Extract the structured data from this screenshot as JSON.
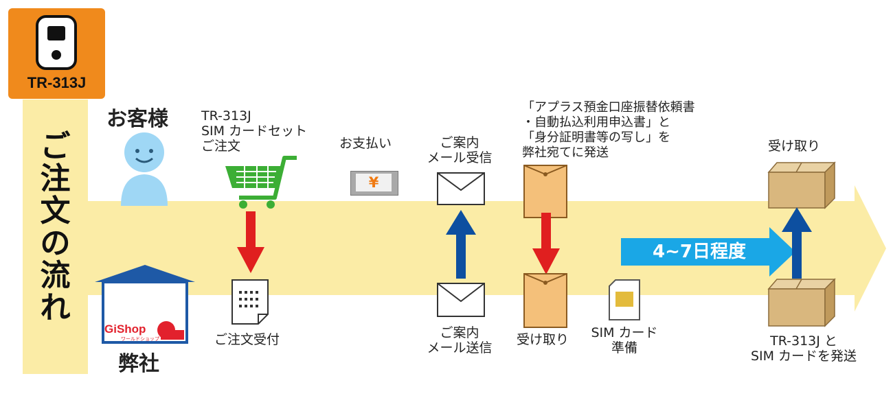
{
  "product": {
    "model": "TR-313J"
  },
  "title": {
    "lines": [
      "ご",
      "注",
      "文",
      "の",
      "流",
      "れ"
    ]
  },
  "actors": {
    "customer": "お客様",
    "company": "弊社"
  },
  "shop": {
    "brand": "GiShop",
    "sub": "ワールドショップ"
  },
  "steps": {
    "order": [
      "TR-313J",
      "SIM カードセット",
      "ご注文"
    ],
    "payment": "お支払い",
    "payment_symbol": "¥",
    "mail_received": [
      "ご案内",
      "メール受信"
    ],
    "send_docs": [
      "「アプラス預金口座振替依頼書",
      "・自動払込利用申込書」と",
      "「身分証明書等の写し」を",
      "弊社宛てに発送"
    ],
    "customer_receive": "受け取り",
    "order_accept": "ご注文受付",
    "mail_send": [
      "ご案内",
      "メール送信"
    ],
    "docs_receive": "受け取り",
    "sim_prepare": [
      "SIM カード",
      "準備"
    ],
    "ship": [
      "TR-313J と",
      "SIM カードを発送"
    ]
  },
  "duration": "4~7日程度",
  "colors": {
    "orange": "#f08a1c",
    "band": "#fbeca6",
    "red_arrow": "#e01f1f",
    "blue_arrow": "#0d4fa0",
    "duration_arrow": "#1aa7e6",
    "cart": "#3cae35"
  }
}
